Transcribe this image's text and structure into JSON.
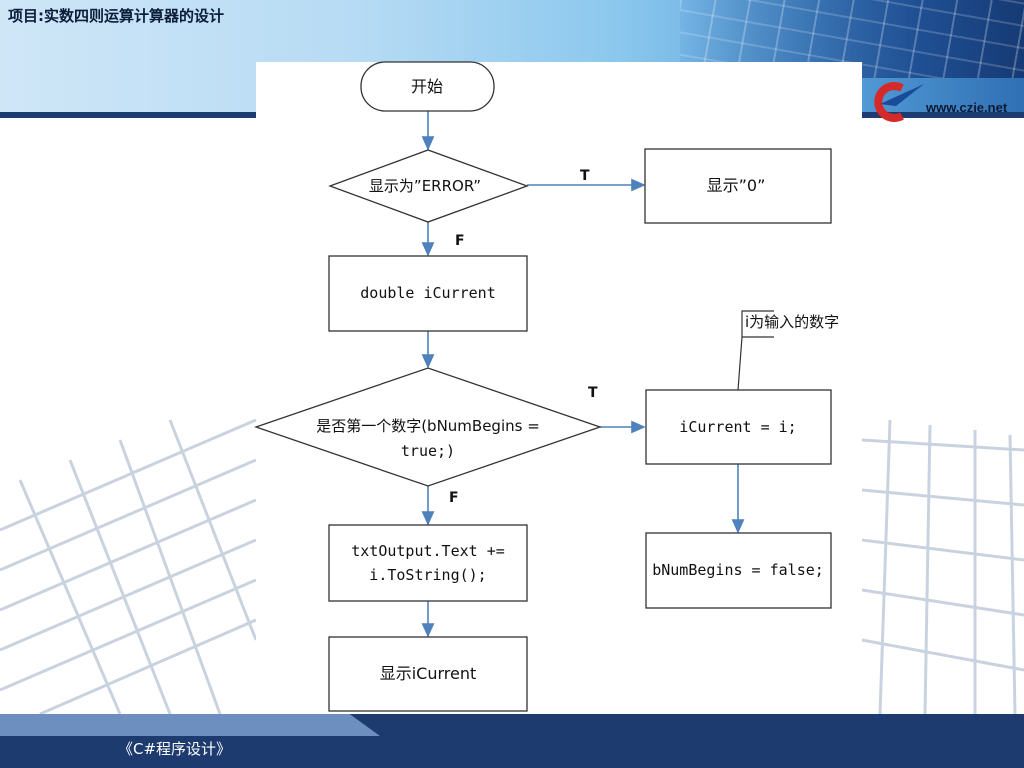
{
  "header": {
    "title": "项目:实数四则运算计算器的设计"
  },
  "logo": {
    "site": "www.czie.net"
  },
  "footer": {
    "course": "《C#程序设计》"
  },
  "flowchart": {
    "start": "开始",
    "decision1": "显示为”ERROR”",
    "display0": "显示”0”",
    "declare": "double iCurrent",
    "decision2_line1": "是否第一个数字(bNumBegins =",
    "decision2_line2": "true;)",
    "assign": "iCurrent = i;",
    "note": "i为输入的数字",
    "setflag": "bNumBegins = false;",
    "append_line1": "txtOutput.Text +=",
    "append_line2": "i.ToString();",
    "show": "显示iCurrent",
    "label_T": "T",
    "label_F": "F"
  },
  "colors": {
    "header_dark": "#1d3c72",
    "arrow": "#4f81bd",
    "footer": "#1d3b6e"
  }
}
